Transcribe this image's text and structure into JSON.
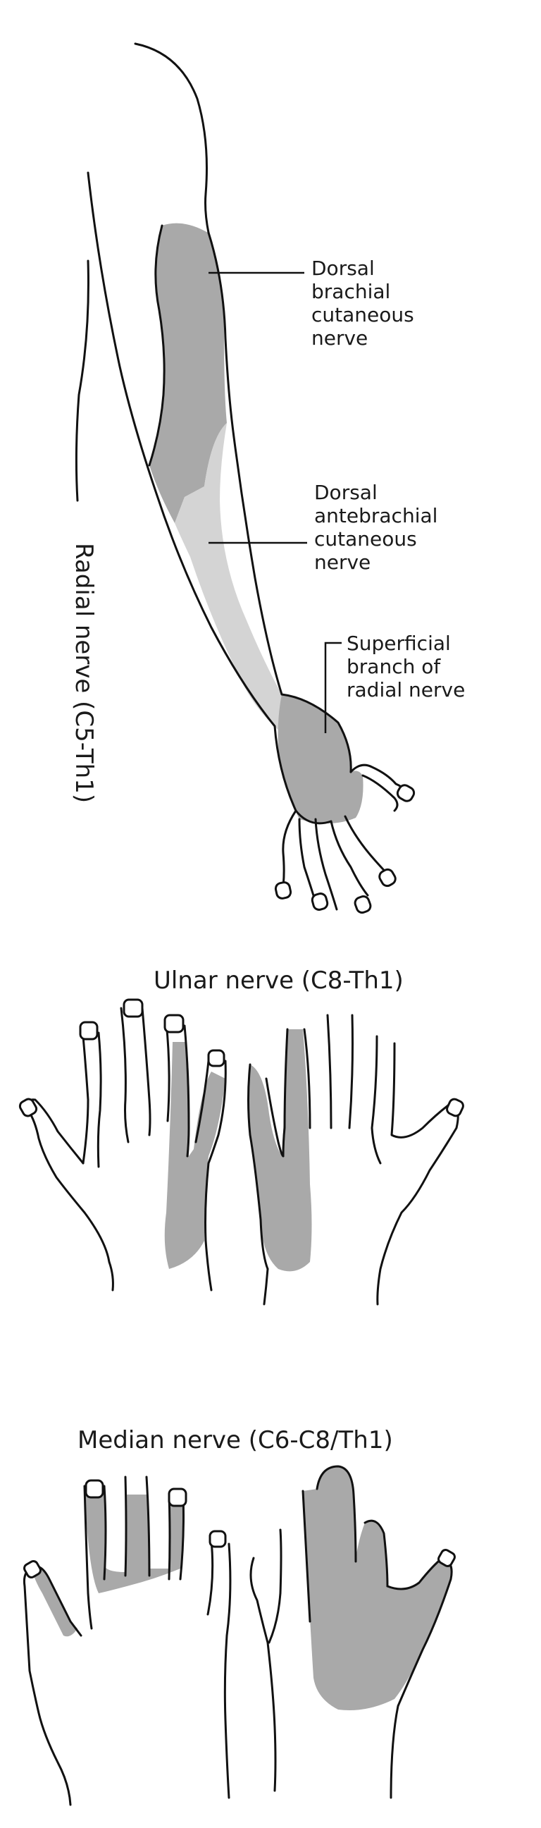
{
  "colors": {
    "dark_zone": "#a9a9a9",
    "light_zone": "#d4d4d4",
    "outline": "#111111",
    "background": "#ffffff"
  },
  "radial": {
    "title": "Radial nerve (C5-Th1)",
    "branches": [
      {
        "lines": [
          "Dorsal",
          "brachial",
          "cutaneous",
          "nerve"
        ]
      },
      {
        "lines": [
          "Dorsal",
          "antebrachial",
          "cutaneous",
          "nerve"
        ]
      },
      {
        "lines": [
          "Superficial",
          "branch of",
          "radial nerve"
        ]
      }
    ]
  },
  "ulnar": {
    "title": "Ulnar nerve (C8-Th1)"
  },
  "median": {
    "title": "Median nerve (C6-C8/Th1)"
  }
}
